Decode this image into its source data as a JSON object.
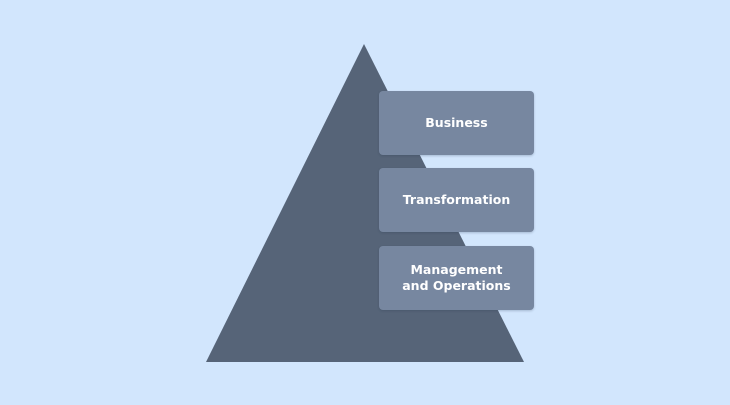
{
  "diagram": {
    "colors": {
      "background": "#d2e6fd",
      "pyramid": "#566478",
      "box": "#7787a0",
      "text": "#ffffff"
    },
    "layers": [
      {
        "label": "Business"
      },
      {
        "label": "Transformation"
      },
      {
        "label": "Management\nand Operations"
      }
    ]
  }
}
